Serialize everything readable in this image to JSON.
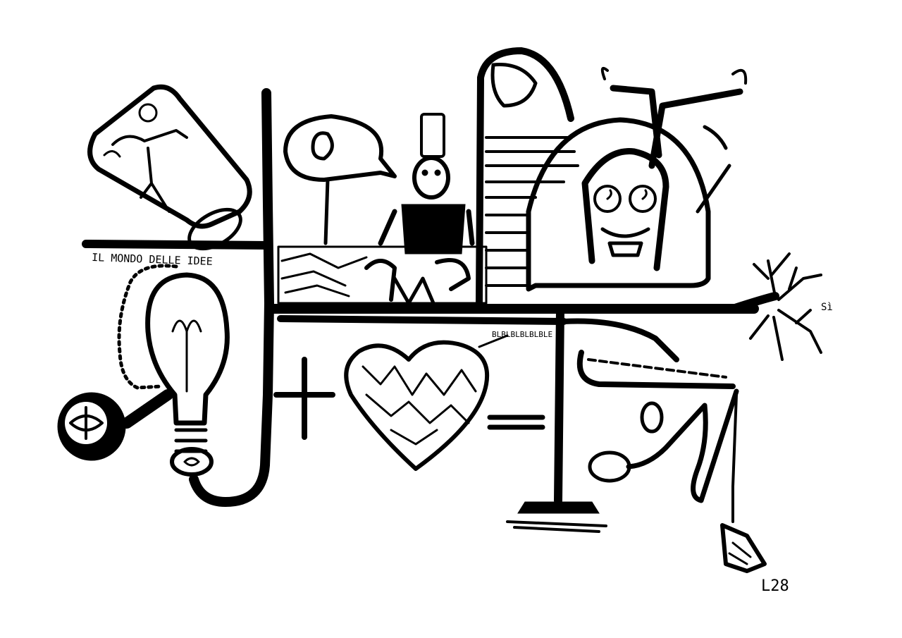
{
  "artwork": {
    "caption": "IL MONDO DELLE IDEE",
    "speech_bubble_text": "BLBLBLBLBLBLE",
    "side_word": "Sì",
    "signature": "L28",
    "ink_color": "#000000",
    "paper_color": "#ffffff"
  }
}
